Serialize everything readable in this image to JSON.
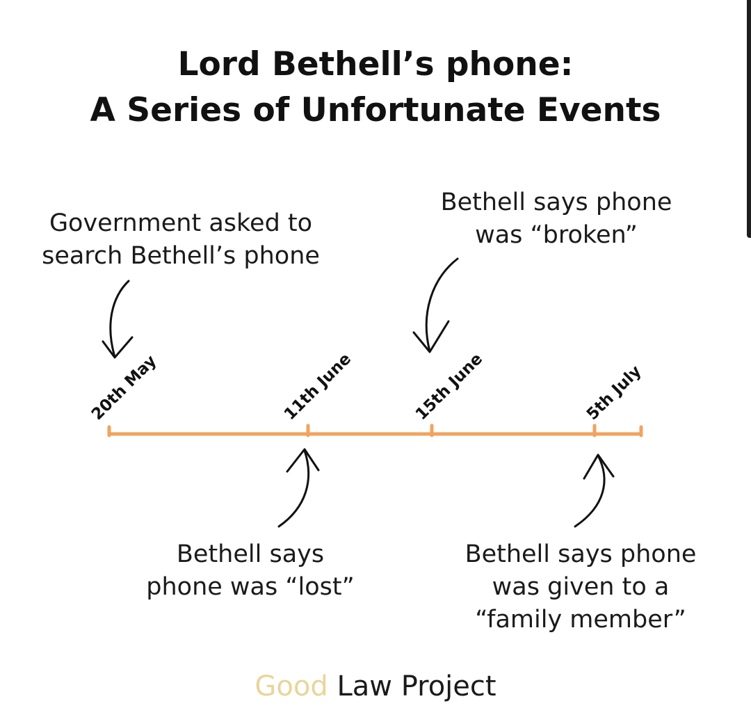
{
  "title": {
    "line1": "Lord Bethell’s phone:",
    "line2": "A Series of Unfortunate Events"
  },
  "events": [
    {
      "date": "20th May",
      "note": [
        "Government asked to",
        "search Bethell’s phone"
      ]
    },
    {
      "date": "11th June",
      "note": [
        "Bethell says",
        "phone was “lost”"
      ]
    },
    {
      "date": "15th June",
      "note": [
        "Bethell says phone",
        "was “broken”"
      ]
    },
    {
      "date": "5th July",
      "note": [
        "Bethell says phone",
        "was given to a",
        "“family member”"
      ]
    }
  ],
  "brand": {
    "first": "Good",
    "second": " Law Project"
  },
  "colors": {
    "timeline": "#f0a35e",
    "brand_accent": "#e8d59a",
    "text": "#111111"
  }
}
